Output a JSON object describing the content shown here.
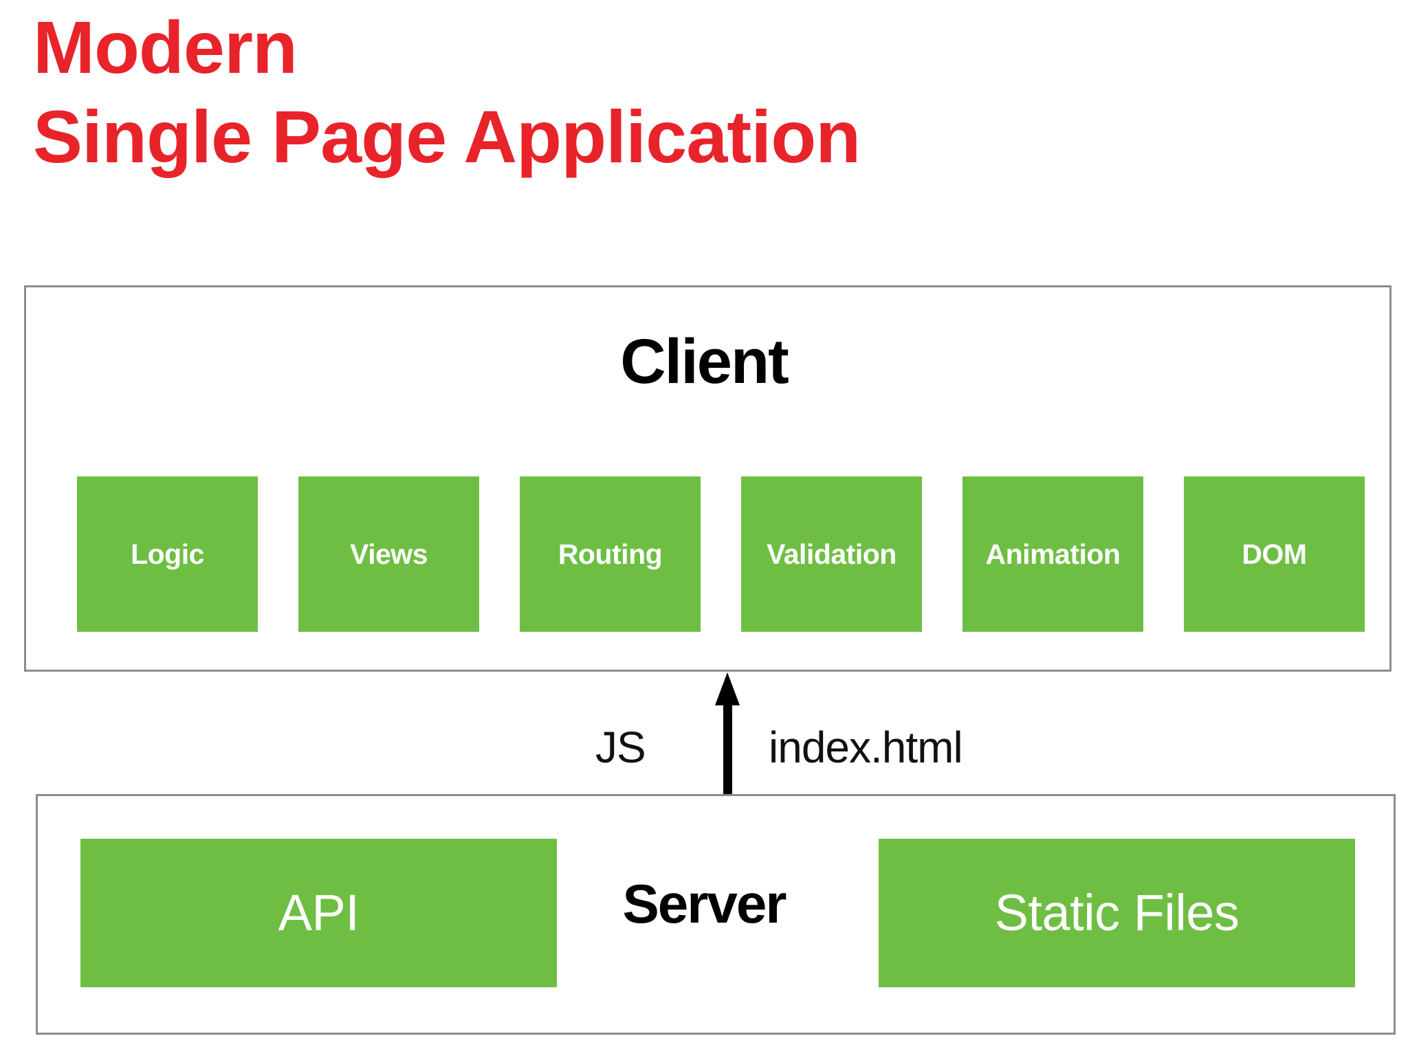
{
  "slide": {
    "title_line_1": "Modern",
    "title_line_2": "Single Page Application",
    "title_color": "#E8232A",
    "accent_green": "#6EBE44",
    "panel_border_color": "#8C8C8C",
    "background_color": "#FFFFFF"
  },
  "client": {
    "heading": "Client",
    "modules": [
      {
        "label": "Logic"
      },
      {
        "label": "Views"
      },
      {
        "label": "Routing"
      },
      {
        "label": "Validation"
      },
      {
        "label": "Animation"
      },
      {
        "label": "DOM"
      }
    ]
  },
  "connection": {
    "arrow_direction": "up",
    "arrow_icon": "arrow-up-icon",
    "left_label": "JS",
    "right_label": "index.html"
  },
  "server": {
    "heading": "Server",
    "boxes": [
      {
        "label": "API"
      },
      {
        "label": "Static Files"
      }
    ]
  }
}
